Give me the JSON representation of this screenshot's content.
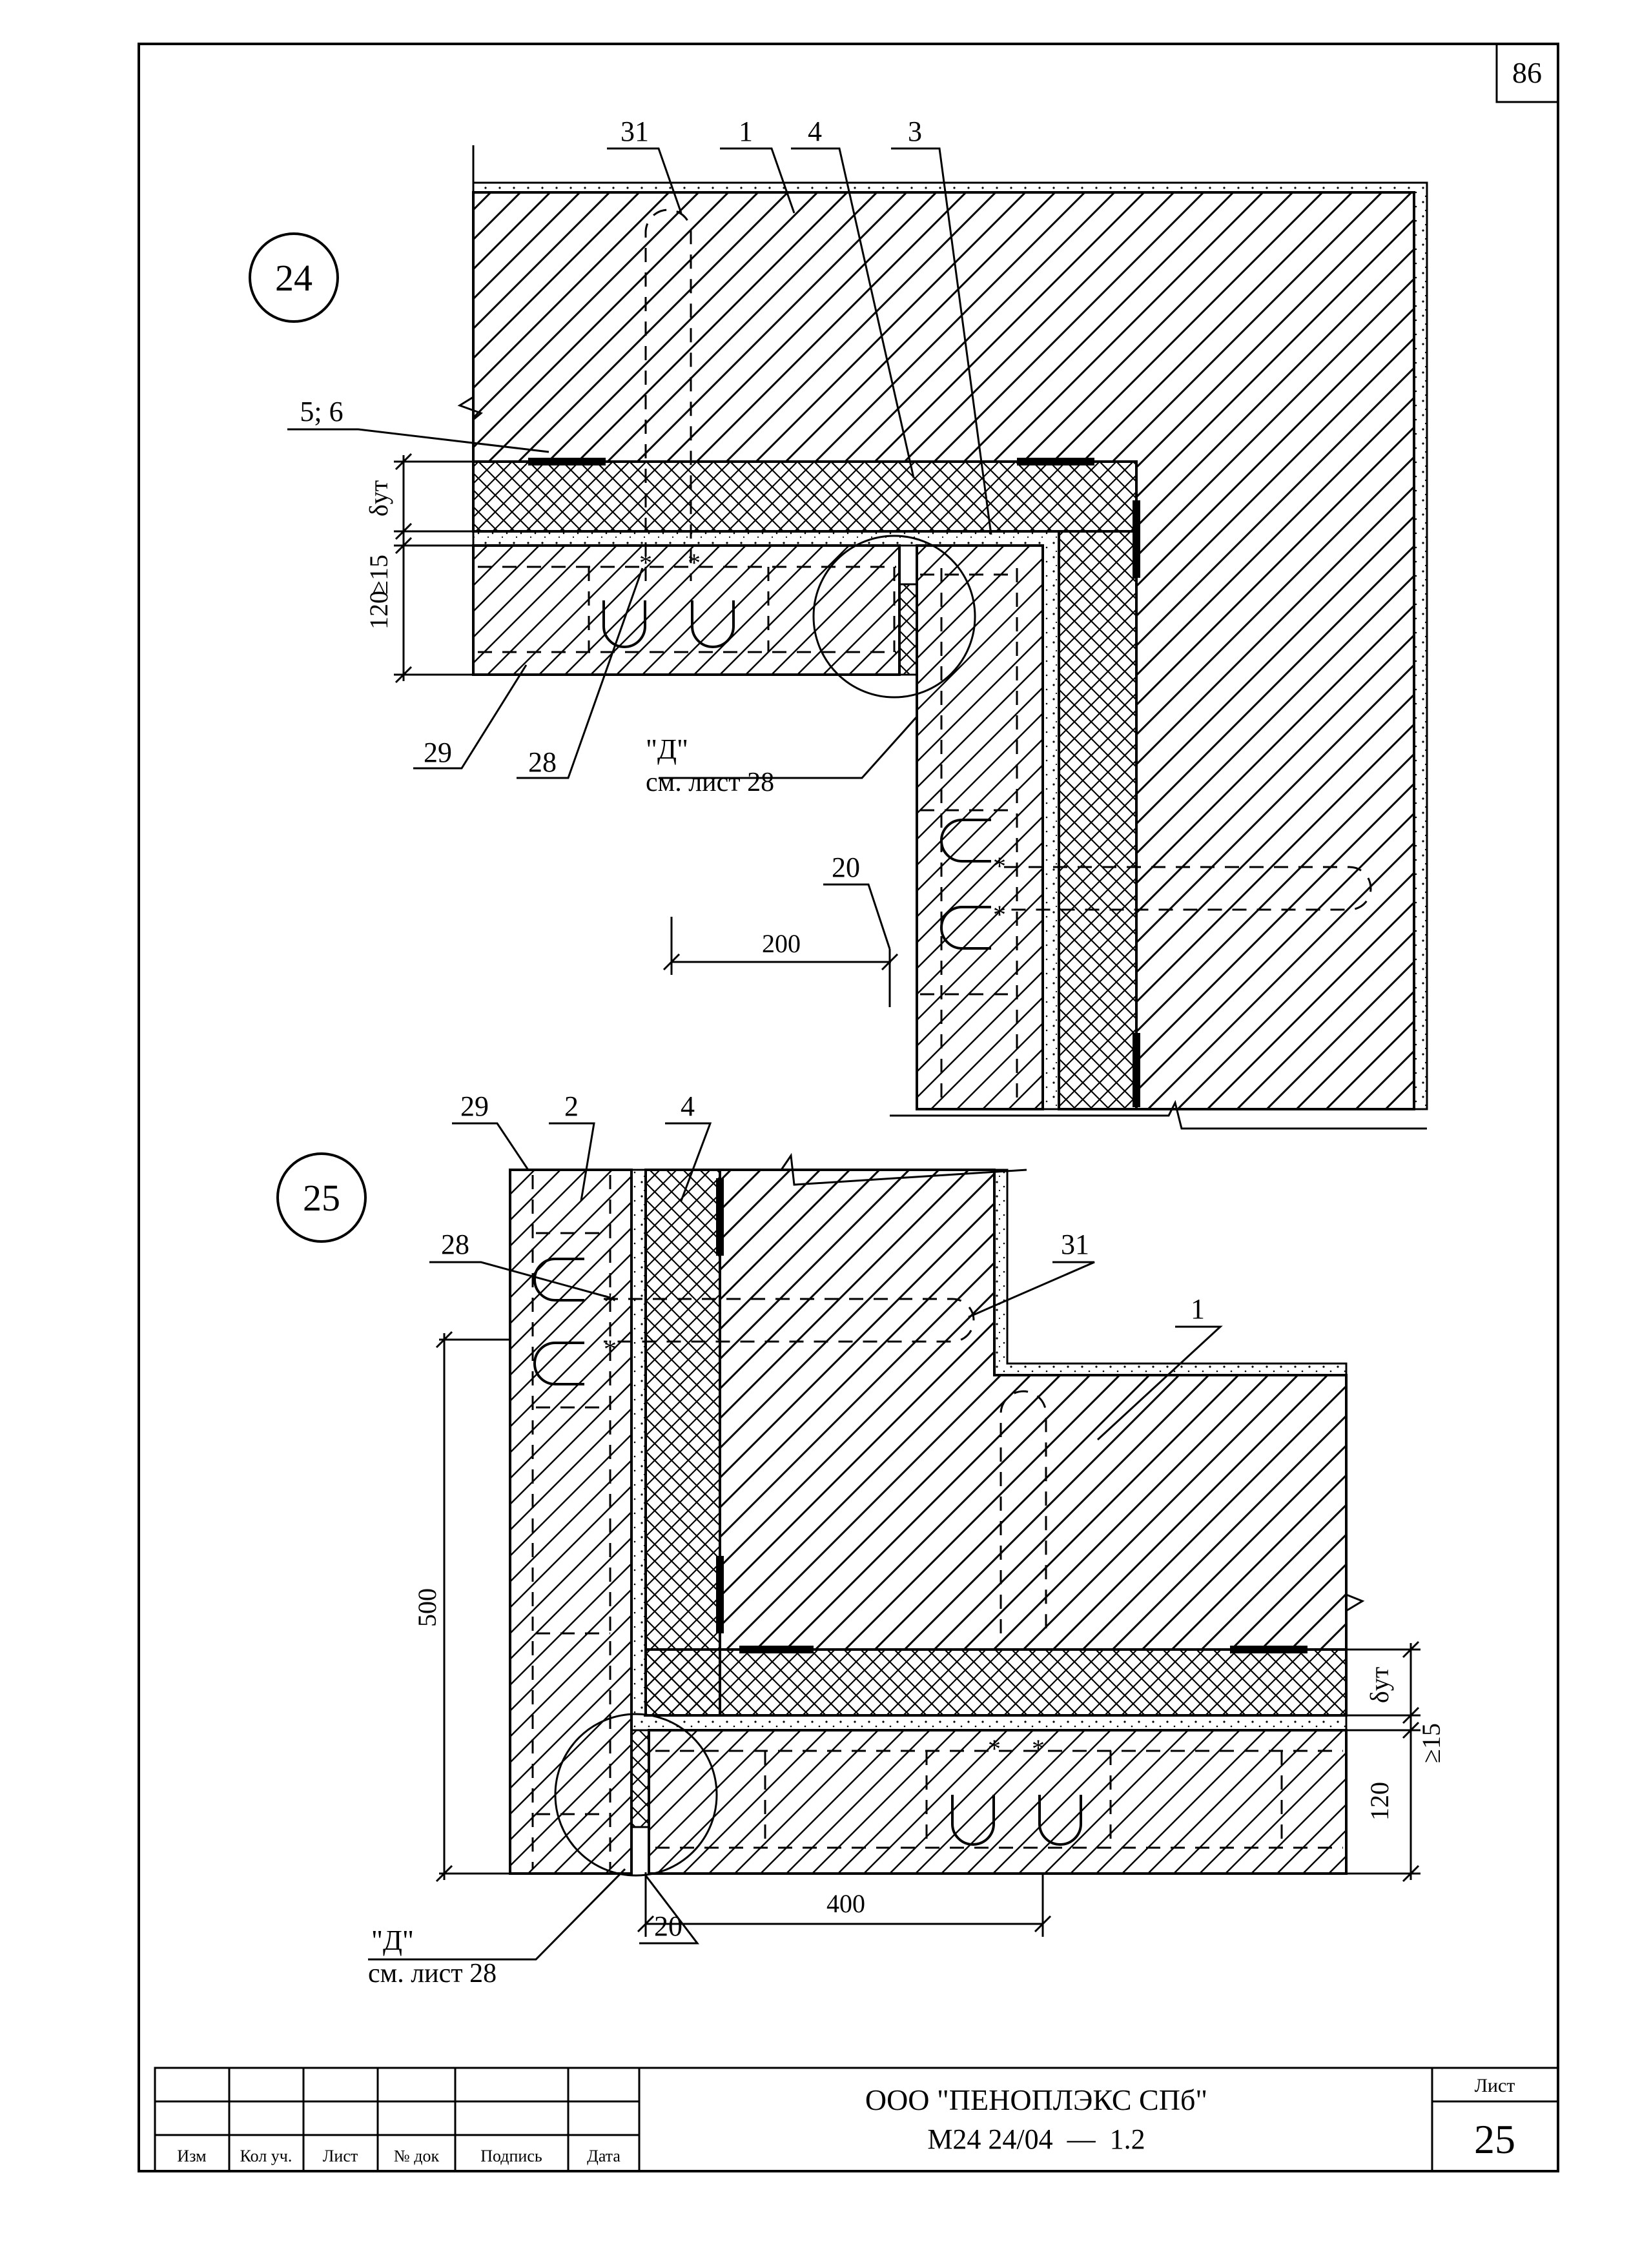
{
  "page_number": "86",
  "details": [
    {
      "number": "24",
      "callouts": {
        "c31": "31",
        "c1": "1",
        "c4": "4",
        "c3": "3",
        "c56": "5; 6",
        "c29": "29",
        "c28": "28",
        "c20": "20"
      },
      "dims": {
        "insulation": "δут",
        "gap": "≥15",
        "panel": "120",
        "offset": "200"
      },
      "reference": {
        "title": "\"Д\"",
        "note": "см. лист 28"
      }
    },
    {
      "number": "25",
      "callouts": {
        "c29": "29",
        "c2": "2",
        "c4": "4",
        "c28": "28",
        "c31": "31",
        "c1": "1",
        "c20": "20"
      },
      "dims": {
        "height": "500",
        "insulation": "δут",
        "gap": "≥15",
        "panel": "120",
        "offset": "400"
      },
      "reference": {
        "title": "\"Д\"",
        "note": "см. лист 28"
      }
    }
  ],
  "title_block": {
    "columns": [
      "Изм",
      "Кол уч.",
      "Лист",
      "№ док",
      "Подпись",
      "Дата"
    ],
    "company": "ООО \"ПЕНОПЛЭКС СПб\"",
    "doc_code": "М24 24/04  —  1.2",
    "sheet_label": "Лист",
    "sheet_number": "25"
  }
}
